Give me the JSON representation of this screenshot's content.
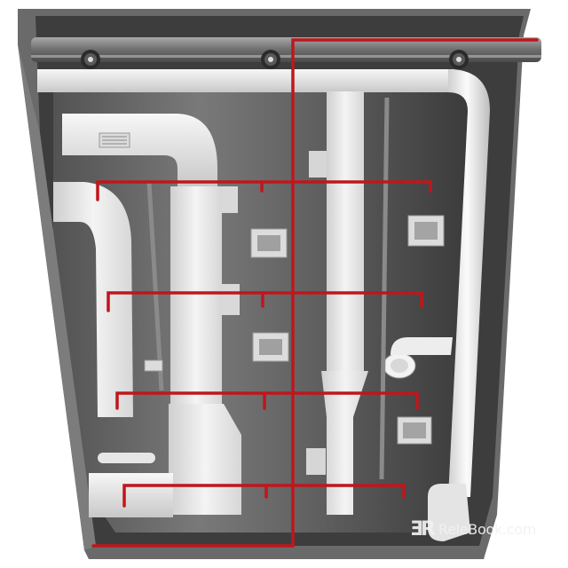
{
  "image": {
    "subject": "3D render of ceiling HVAC ductwork, fire sprinkler piping and cassette air conditioning units",
    "colors": {
      "background": "#ffffff",
      "outer_frame": "#6e6e6e",
      "frame_shadow": "#4a4a4a",
      "ceiling_slab": "#3c3c3c",
      "ceiling_light": "#8a8a8a",
      "duct_white": "#ececec",
      "duct_shade": "#c9c9c9",
      "sprinkler_red": "#c0161c",
      "steel_pipe": "#8c8c8c"
    },
    "elements": {
      "top_round_pipe_diffusers": 3,
      "cassette_units": 4,
      "sprinkler_branch_lines": 4,
      "vertical_rect_ducts": 3,
      "round_white_duct": 1
    }
  },
  "watermark": {
    "logo": "ƎR",
    "text": "ReleBook.com"
  }
}
